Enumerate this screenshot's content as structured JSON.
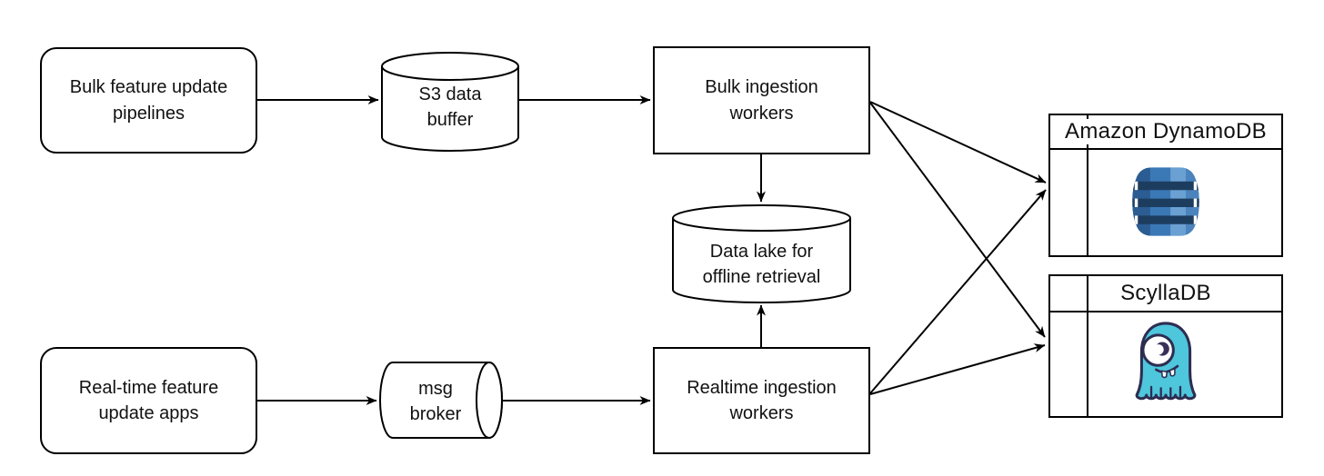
{
  "colors": {
    "stroke": "#000000",
    "text": "#111111",
    "dynamo_blue_dark": "#2b5c92",
    "dynamo_blue": "#3b78b6",
    "dynamo_blue_light": "#6aa0d2",
    "dynamo_blue_mid": "#4b83bd",
    "dynamo_band": "#1d3d5f",
    "scylla_teal": "#4ec6dc",
    "scylla_outline": "#2d2d52",
    "scylla_pupil": "#38305a"
  },
  "nodes": {
    "bulk_pipelines": {
      "label": "Bulk feature update pipelines",
      "shape": "rounded-rect"
    },
    "s3_buffer": {
      "label": "S3 data buffer",
      "shape": "cylinder"
    },
    "bulk_workers": {
      "label": "Bulk ingestion workers",
      "shape": "rect"
    },
    "data_lake": {
      "label": "Data lake for offline retrieval",
      "shape": "cylinder"
    },
    "realtime_apps": {
      "label": "Real-time feature update apps",
      "shape": "rounded-rect"
    },
    "msg_broker": {
      "label": "msg broker",
      "shape": "horizontal-cylinder"
    },
    "realtime_workers": {
      "label": "Realtime ingestion workers",
      "shape": "rect"
    },
    "dynamodb": {
      "label": "Amazon DynamoDB",
      "shape": "table",
      "icon": "dynamodb-icon"
    },
    "scylladb": {
      "label": "ScyllaDB",
      "shape": "table",
      "icon": "scylladb-icon"
    }
  },
  "edges": [
    {
      "from": "bulk_pipelines",
      "to": "s3_buffer"
    },
    {
      "from": "s3_buffer",
      "to": "bulk_workers"
    },
    {
      "from": "bulk_workers",
      "to": "data_lake"
    },
    {
      "from": "realtime_workers",
      "to": "data_lake"
    },
    {
      "from": "realtime_apps",
      "to": "msg_broker"
    },
    {
      "from": "msg_broker",
      "to": "realtime_workers"
    },
    {
      "from": "bulk_workers",
      "to": "dynamodb"
    },
    {
      "from": "bulk_workers",
      "to": "scylladb"
    },
    {
      "from": "realtime_workers",
      "to": "dynamodb"
    },
    {
      "from": "realtime_workers",
      "to": "scylladb"
    }
  ]
}
